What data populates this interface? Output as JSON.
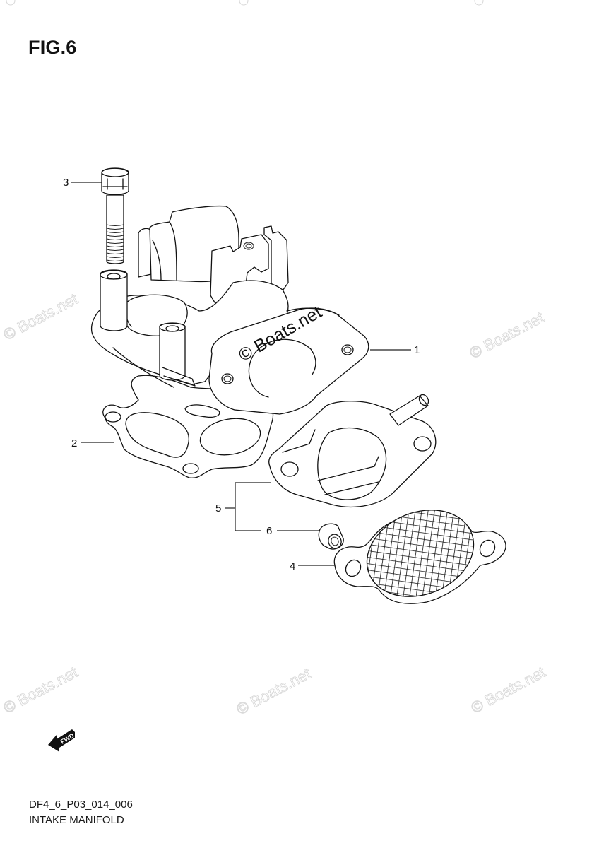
{
  "header": {
    "figure_label": "FIG.6"
  },
  "footer": {
    "diagram_code": "DF4_6_P03_014_006",
    "diagram_title": "INTAKE MANIFOLD"
  },
  "fwd_indicator": {
    "label": "FWD",
    "icon": "fwd-arrow-icon"
  },
  "watermarks": {
    "text": "© Boats.net",
    "positions": [
      "left-middle",
      "right-middle",
      "bottom-left",
      "bottom-center",
      "bottom-right",
      "top-left",
      "top-center",
      "top-right",
      "center-on-part-1"
    ]
  },
  "parts": [
    {
      "ref": "1",
      "name": "intake-manifold-flange-gasket"
    },
    {
      "ref": "2",
      "name": "manifold-gasket"
    },
    {
      "ref": "3",
      "name": "bolt"
    },
    {
      "ref": "4",
      "name": "screen-gasket"
    },
    {
      "ref": "5",
      "name": "insulator-spacer"
    },
    {
      "ref": "6",
      "name": "collar"
    }
  ],
  "colors": {
    "line": "#111111",
    "background": "#ffffff",
    "watermark": "#d8d8d8"
  }
}
